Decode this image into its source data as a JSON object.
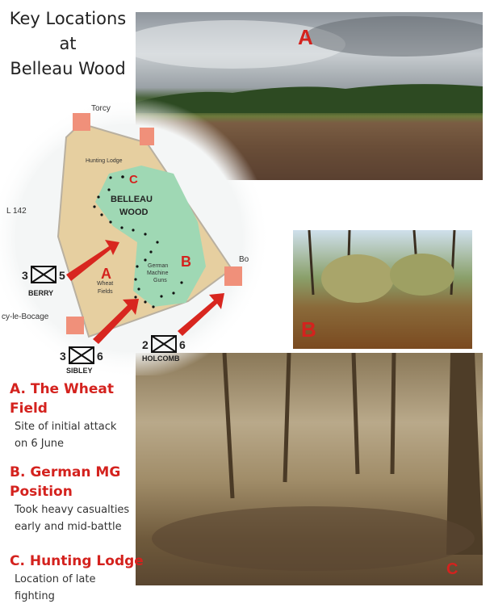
{
  "title": {
    "line1": "Key Locations",
    "line2": "at",
    "line3": "Belleau Wood"
  },
  "photos": {
    "a_label": "A",
    "b_label": "B",
    "c_label": "C"
  },
  "map": {
    "torcy": "Torcy",
    "road": "L 142",
    "bocage": "cy-le-Bocage",
    "bou": "Bo",
    "hunting_lodge": "Hunting Lodge",
    "c": "C",
    "belleau": "BELLEAU",
    "wood": "WOOD",
    "a": "A",
    "wheat1": "Wheat",
    "wheat2": "Fields",
    "b": "B",
    "mg1": "German",
    "mg2": "Machine",
    "mg3": "Guns",
    "units": [
      {
        "left": "3",
        "right": "5",
        "name": "BERRY"
      },
      {
        "left": "3",
        "right": "6",
        "name": "SIBLEY"
      },
      {
        "left": "2",
        "right": "6",
        "name": "HOLCOMB"
      }
    ]
  },
  "legend": [
    {
      "heading1": "A. The Wheat",
      "heading2": "Field",
      "desc1": "Site of initial attack",
      "desc2": "on 6 June"
    },
    {
      "heading1": "B. German MG",
      "heading2": "Position",
      "desc1": "Took heavy casualties",
      "desc2": "early and mid-battle"
    },
    {
      "heading1": "C. Hunting Lodge",
      "heading2": "",
      "desc1": "Location of late",
      "desc2": "fighting"
    }
  ],
  "colors": {
    "accent": "#d4221e",
    "wood": "#9fd8b4",
    "field": "#e6cfa0",
    "town": "#f0907a"
  }
}
